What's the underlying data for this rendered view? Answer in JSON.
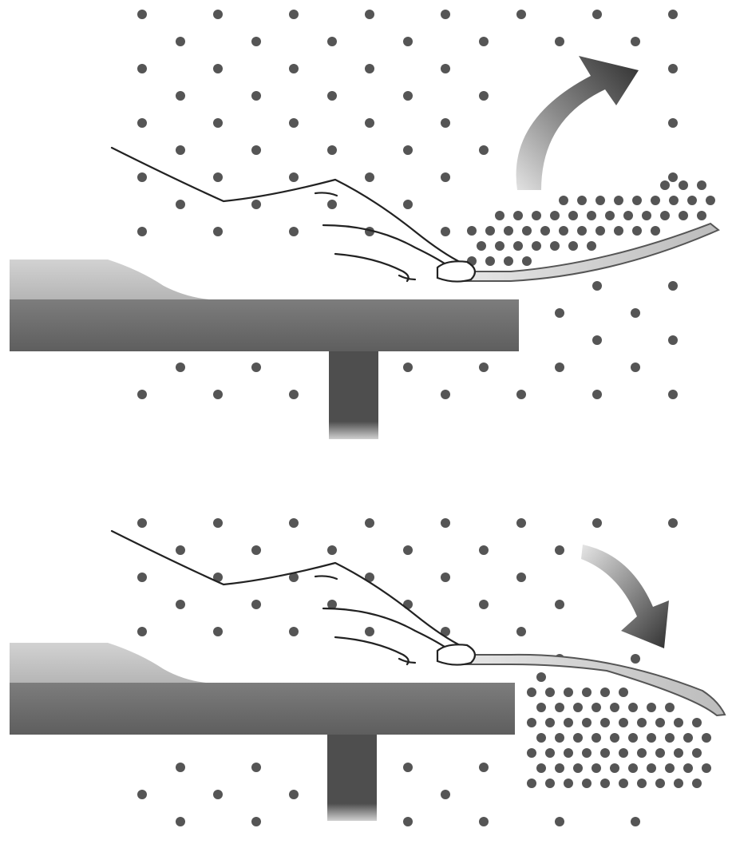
{
  "figure": {
    "panels": [
      {
        "id": "upward-deflection",
        "arrow_direction": "up-right",
        "dense_air_region": "above-strip"
      },
      {
        "id": "downward-deflection",
        "arrow_direction": "down-right",
        "dense_air_region": "below-strip"
      }
    ],
    "colors": {
      "table_top": "#c9c9c9",
      "table_body": "#6f6f6f",
      "table_leg": "#4e4e4e",
      "particle": "#555555",
      "arrow_dark": "#2f2f2f",
      "arrow_light": "#d6d6d6",
      "paper_strip": "#dcdcdc",
      "hand_outline": "#222222"
    }
  }
}
